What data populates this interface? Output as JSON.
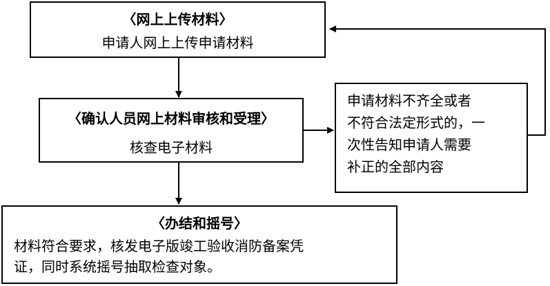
{
  "nodes": {
    "upload": {
      "title": "〈网上上传材料〉",
      "body": "申请人网上上传申请材料"
    },
    "review": {
      "title": "〈确认人员网上材料审核和受理〉",
      "body": "核查电子材料"
    },
    "supplement": {
      "lines": [
        "申请材料不齐全或者",
        "不符合法定形式的，一",
        "次性告知申请人需要",
        "补正的全部内容"
      ]
    },
    "finish": {
      "title": "〈办结和摇号〉",
      "lines": [
        "材料符合要求，核发电子版竣工验收消防备案凭",
        "证，同时系统摇号抽取检查对象。"
      ]
    }
  },
  "colors": {
    "stroke": "#000000",
    "background": "#ffffff"
  }
}
